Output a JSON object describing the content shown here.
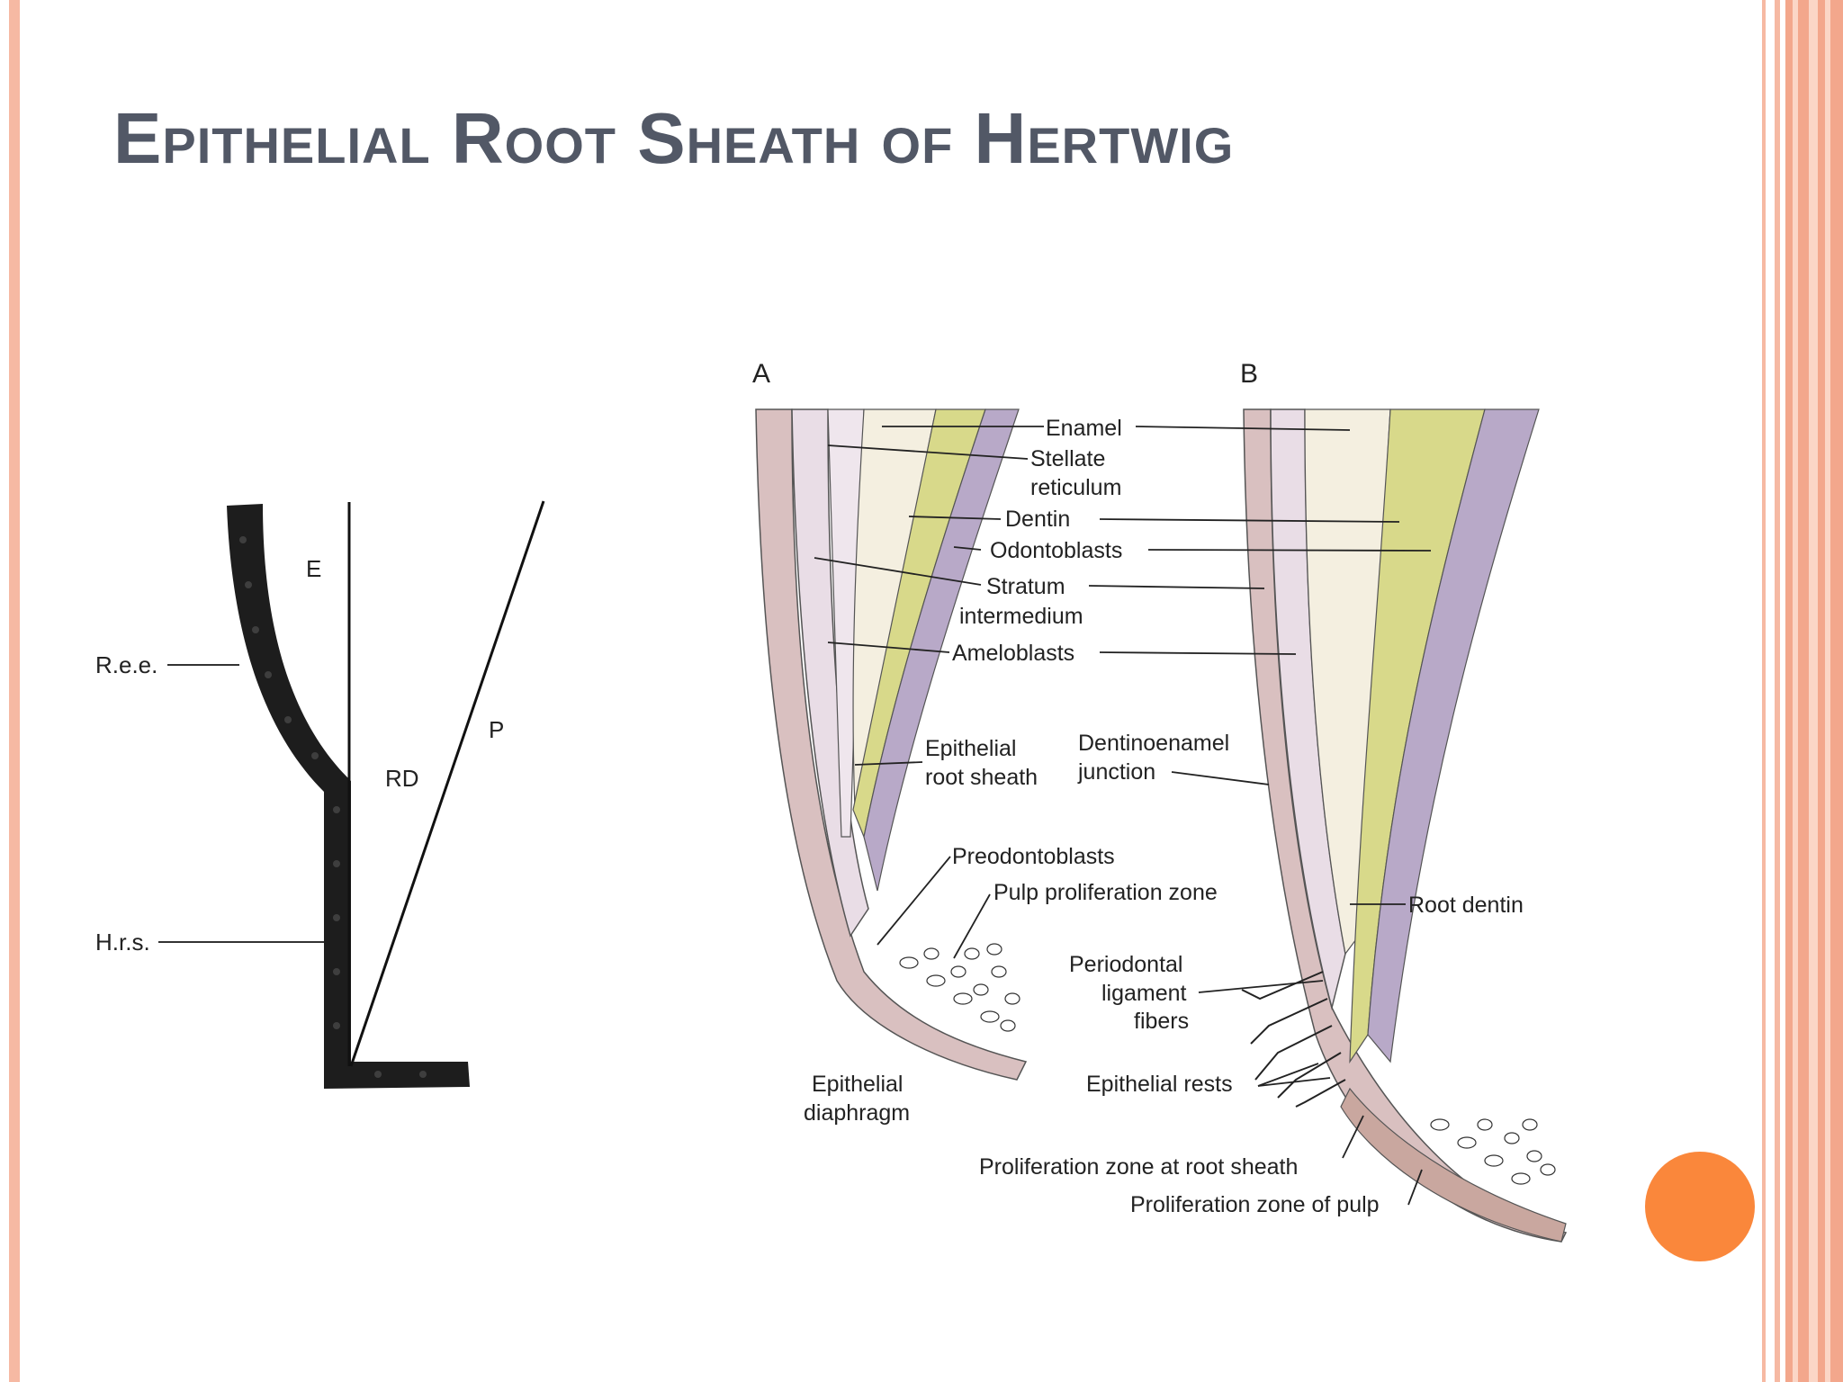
{
  "slide": {
    "title": "Epithelial Root Sheath of Hertwig",
    "accent_color": "#fa873b",
    "border_color": "#f6b9a3",
    "title_color": "#525866"
  },
  "left_diagram": {
    "labels": {
      "e": "E",
      "rd": "RD",
      "p": "P",
      "ree": "R.e.e.",
      "hrs": "H.r.s."
    }
  },
  "right_diagram": {
    "panel_a": "A",
    "panel_b": "B",
    "labels": {
      "enamel": "Enamel",
      "stellate_1": "Stellate",
      "stellate_2": "reticulum",
      "dentin": "Dentin",
      "odontoblasts": "Odontoblasts",
      "stratum_1": "Stratum",
      "stratum_2": "intermedium",
      "ameloblasts": "Ameloblasts",
      "ers_1": "Epithelial",
      "ers_2": "root sheath",
      "dej_1": "Dentinoenamel",
      "dej_2": "junction",
      "preodontoblasts": "Preodontoblasts",
      "pulp_prolif": "Pulp proliferation zone",
      "root_dentin": "Root dentin",
      "pdl_1": "Periodontal",
      "pdl_2": "ligament",
      "pdl_3": "fibers",
      "epi_rests": "Epithelial rests",
      "epi_diaph_1": "Epithelial",
      "epi_diaph_2": "diaphragm",
      "prolif_root": "Proliferation zone at root sheath",
      "prolif_pulp": "Proliferation zone of pulp"
    }
  }
}
